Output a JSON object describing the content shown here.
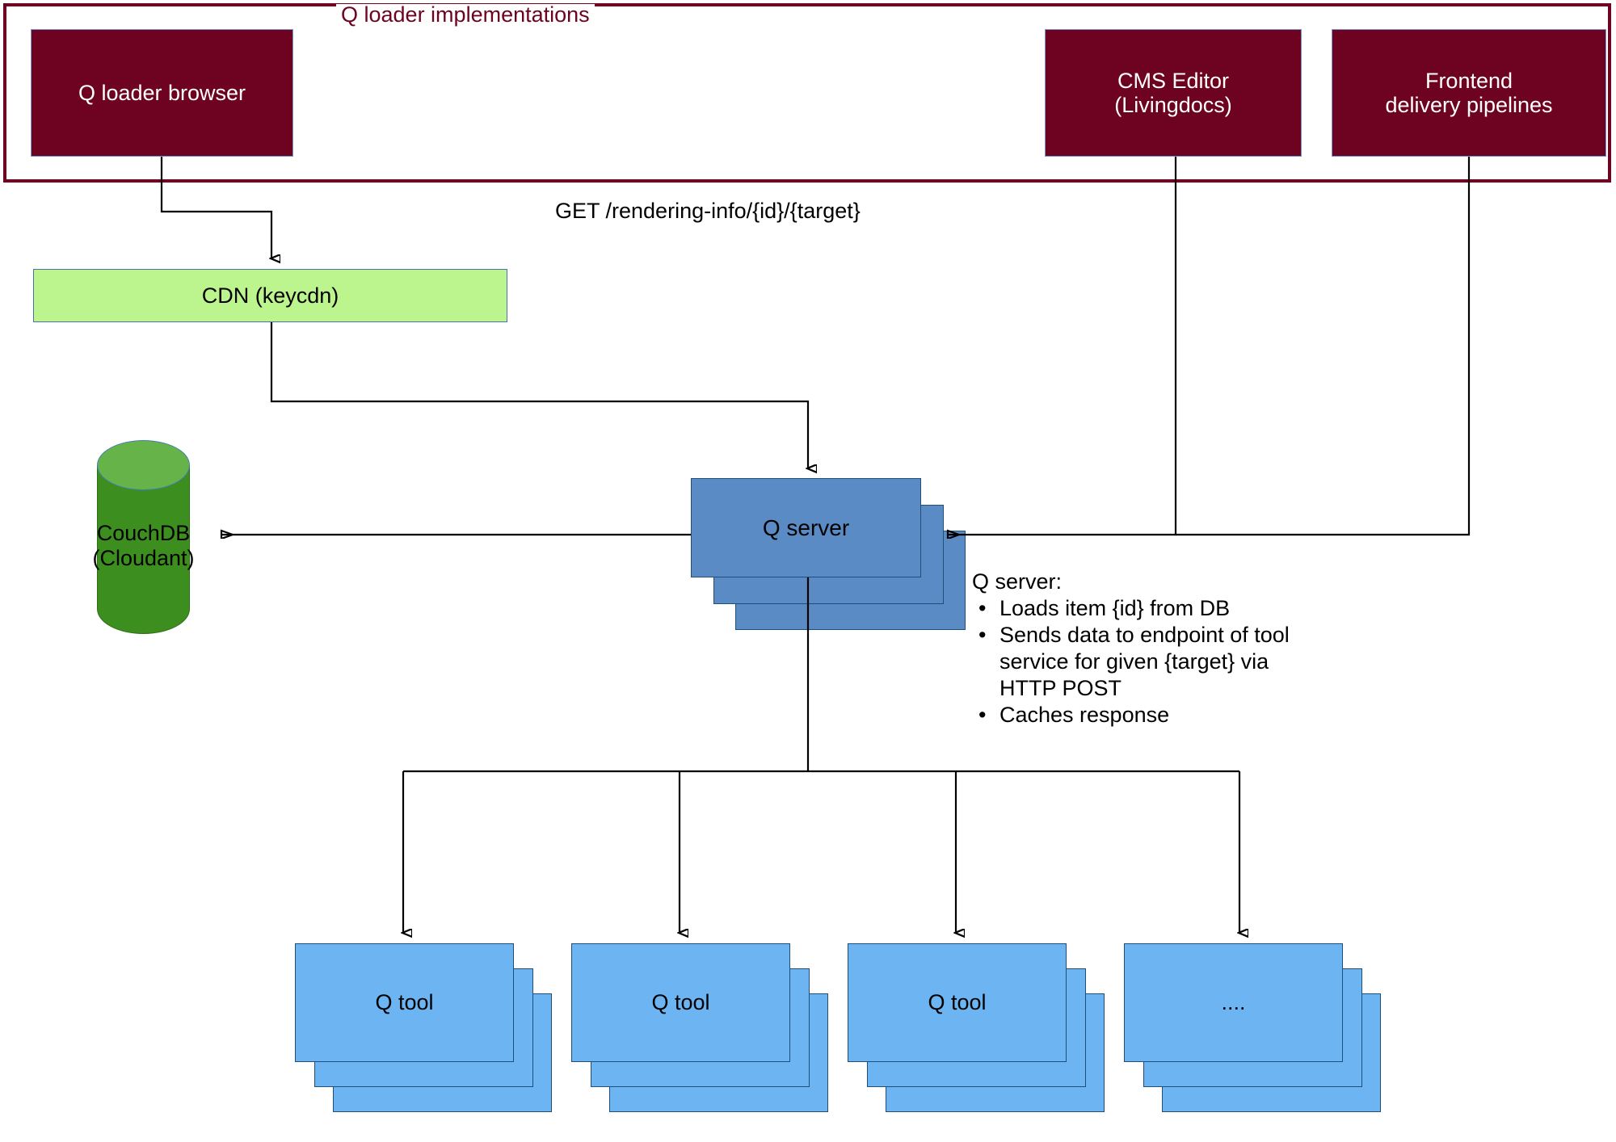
{
  "diagram": {
    "title": "Q loader implementations",
    "group_label": "Q loader implementations"
  },
  "nodes": {
    "q_loader_browser": {
      "label": "Q loader browser",
      "color": "#6d0320",
      "text_color": "#ffffff"
    },
    "cms_editor": {
      "label": "CMS Editor\n(Livingdocs)",
      "line1": "CMS Editor",
      "line2": "(Livingdocs)",
      "color": "#6d0320"
    },
    "frontend_pipelines": {
      "line1": "Frontend",
      "line2": "delivery pipelines",
      "color": "#6d0320"
    },
    "cdn": {
      "label": "CDN (keycdn)",
      "color": "#bcf58e"
    },
    "couchdb": {
      "line1": "CouchDB",
      "line2": "(Cloudant)",
      "color": "#3c8f1e",
      "top_color": "#66b34a"
    },
    "q_server": {
      "label": "Q server",
      "color": "#5b8bc4"
    },
    "q_tool_1": {
      "label": "Q tool",
      "color": "#6cb4f2"
    },
    "q_tool_2": {
      "label": "Q tool",
      "color": "#6cb4f2"
    },
    "q_tool_3": {
      "label": "Q tool",
      "color": "#6cb4f2"
    },
    "q_tool_more": {
      "label": "....",
      "color": "#6cb4f2"
    }
  },
  "edges": {
    "get_request_label": "GET /rendering-info/{id}/{target}"
  },
  "notes": {
    "heading": "Q server:",
    "bullets": [
      "Loads item {id} from DB",
      "Sends data to endpoint of tool service for given {target} via HTTP POST",
      "Caches response"
    ]
  }
}
